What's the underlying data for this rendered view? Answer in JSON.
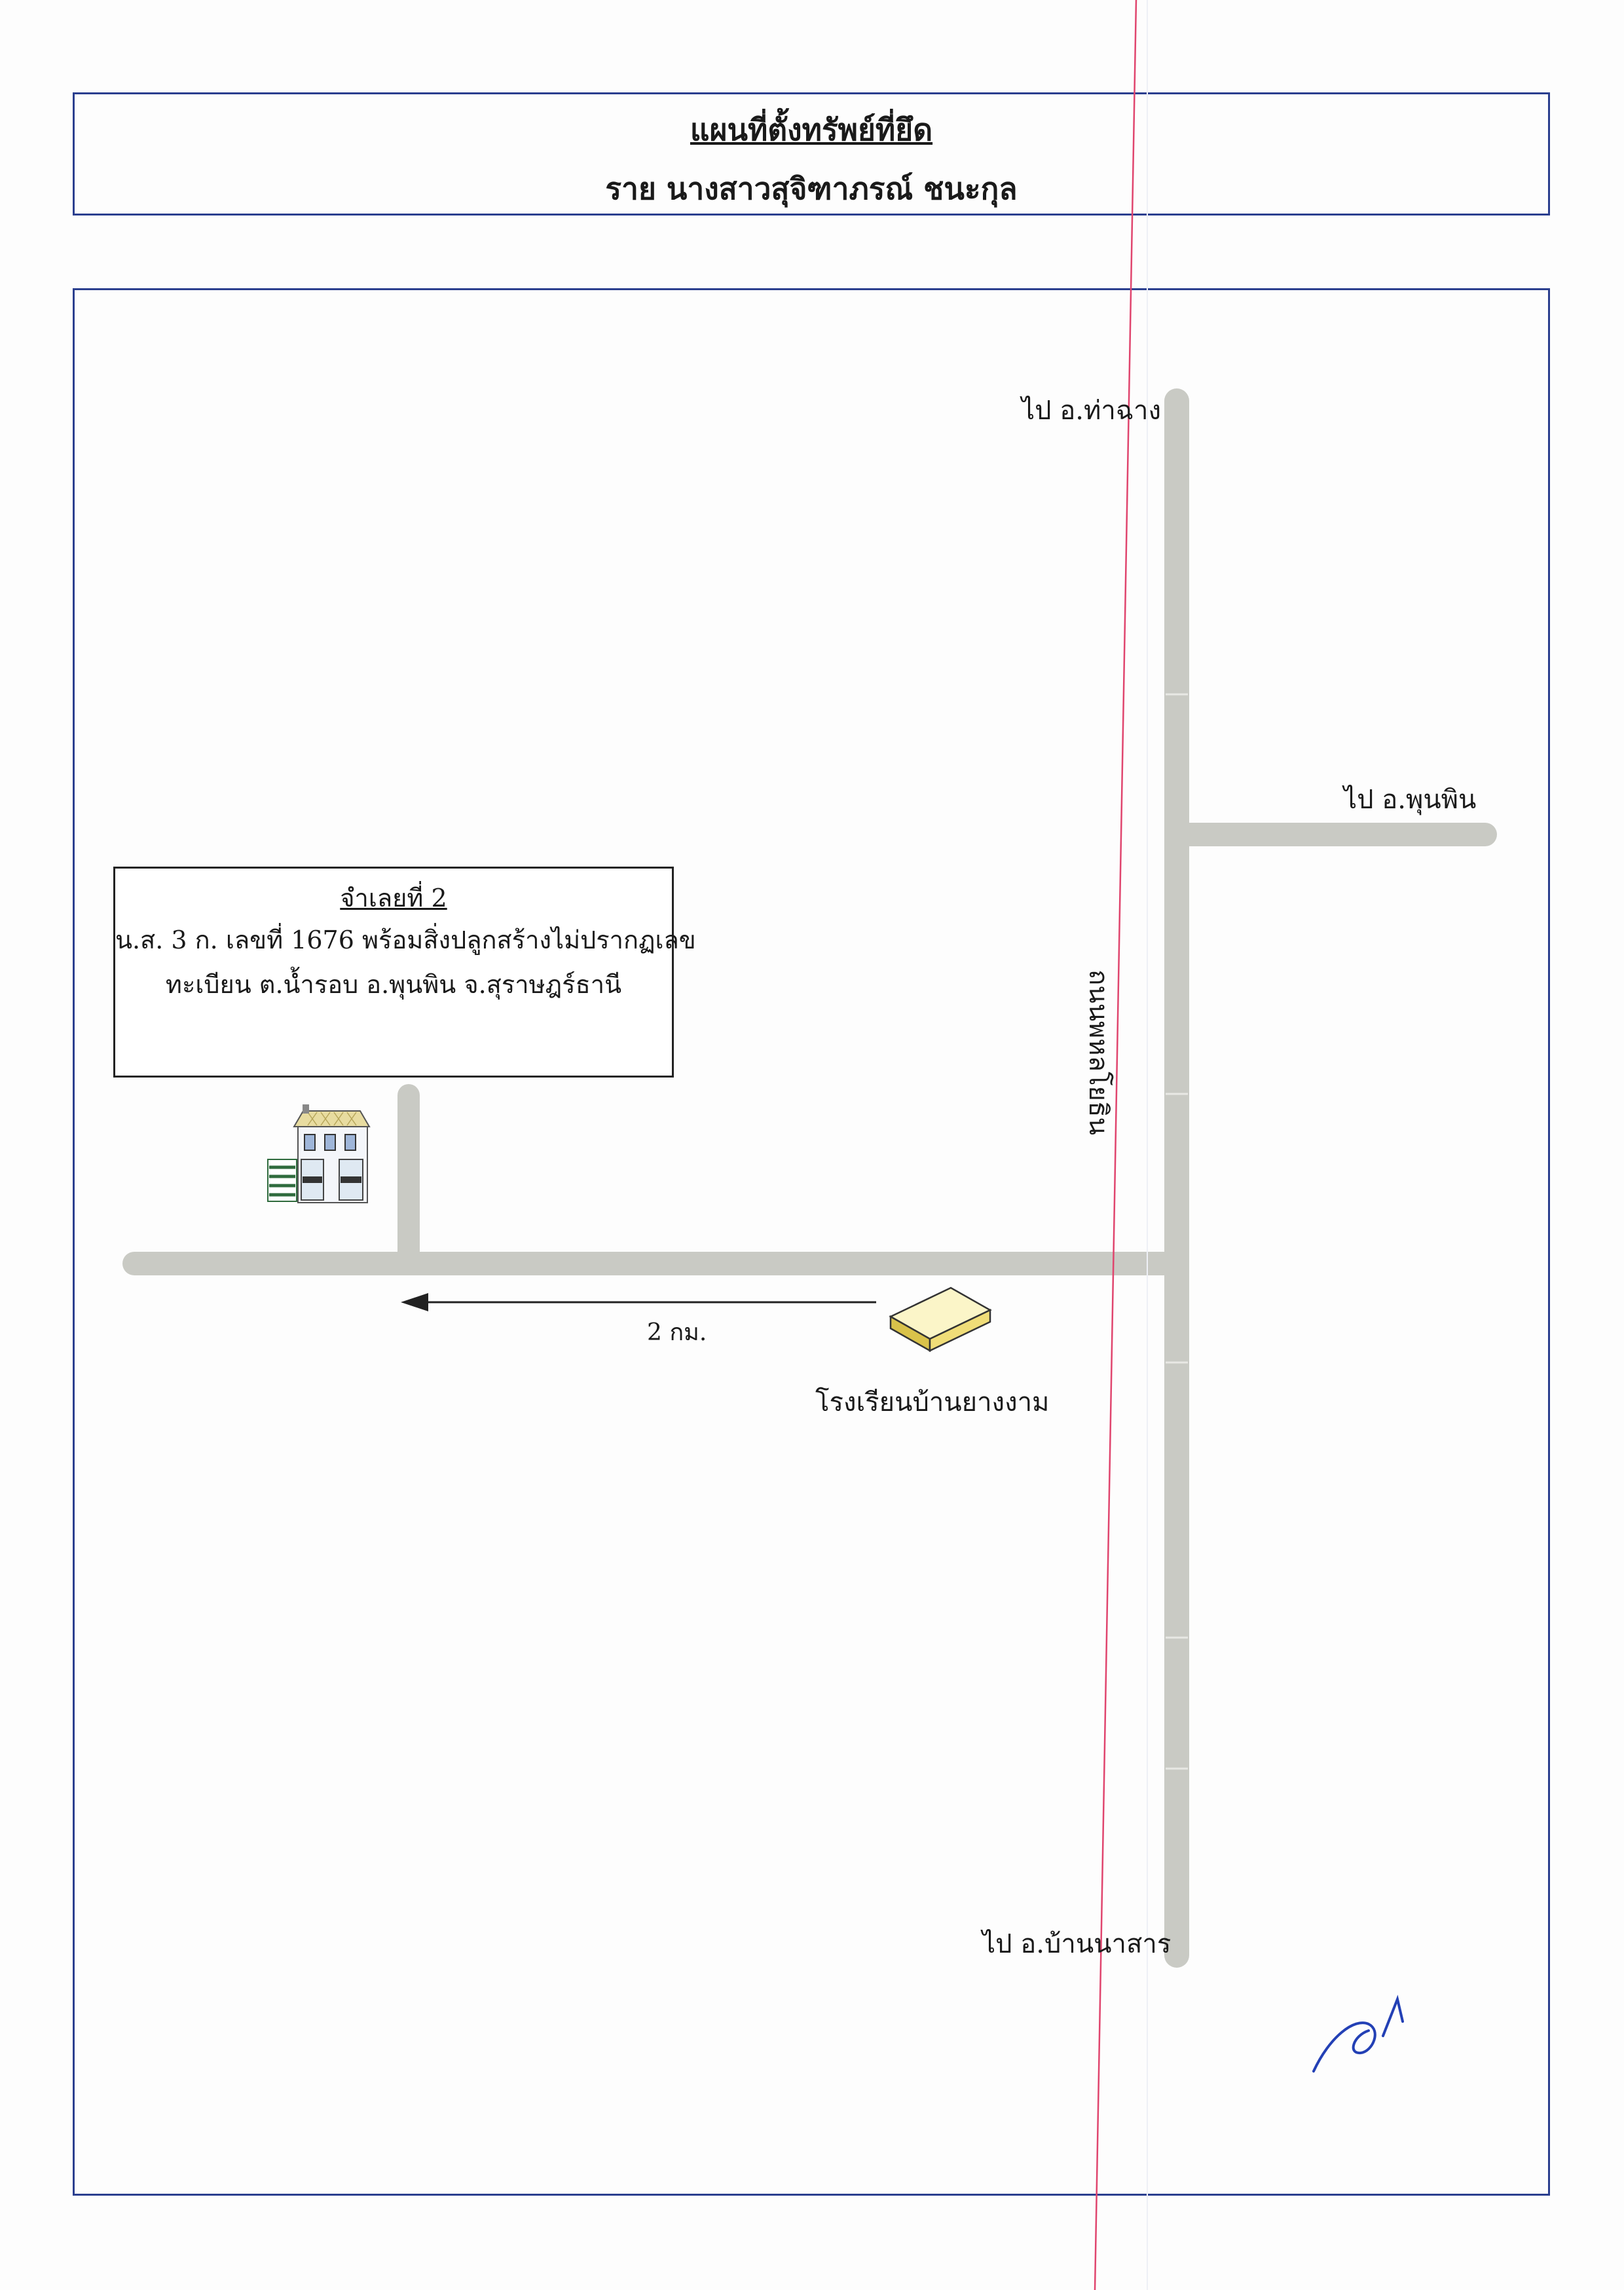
{
  "header": {
    "title": "แผนที่ตั้งทรัพย์ที่ยึด",
    "subtitle": "ราย นางสาวสุจิฑาภรณ์ ชนะกุล"
  },
  "map": {
    "labels": {
      "north_destination": "ไป อ.ท่าฉาง",
      "east_destination": "ไป อ.พุนพิน",
      "south_destination": "ไป อ.บ้านนาสาร",
      "main_road": "ถนนพหลโยธิน",
      "distance": "2 กม.",
      "school": "โรงเรียนบ้านยางงาม"
    },
    "plot": {
      "heading": "จำเลยที่ 2",
      "line1": "น.ส. 3 ก. เลขที่ 1676 พร้อมสิ่งปลูกสร้างไม่ปรากฏเลข",
      "line2": "ทะเบียน ต.น้ำรอบ อ.พุนพิน จ.สุราษฎร์ธานี"
    },
    "colors": {
      "frame": "#2b3f8f",
      "road": "#c9cac4",
      "margin_line": "#e0456e",
      "signature": "#2340b5",
      "school": "#f2e8a2"
    },
    "icons": [
      "house-icon",
      "school-building-icon",
      "arrow-left-icon",
      "signature-mark"
    ]
  }
}
